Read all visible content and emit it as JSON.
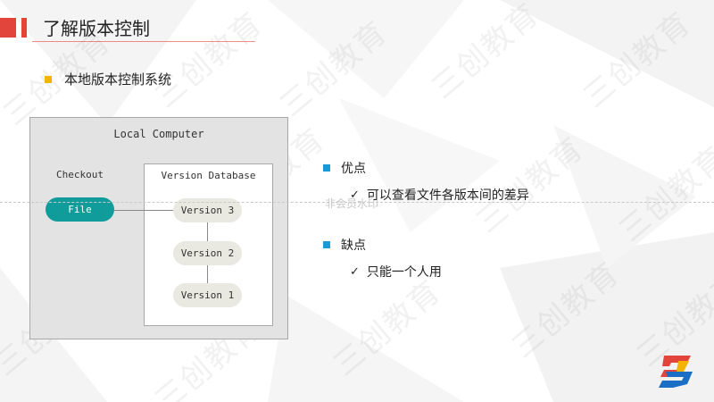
{
  "slide": {
    "title": "了解版本控制",
    "section_heading": "本地版本控制系统"
  },
  "watermark": {
    "text": "三创教育"
  },
  "diagram": {
    "local_computer": "Local Computer",
    "checkout": "Checkout",
    "version_database": "Version Database",
    "file": "File",
    "versions": [
      "Version 3",
      "Version 2",
      "Version 1"
    ]
  },
  "ghost_text": "非会员水印",
  "pros": {
    "heading": "优点",
    "items": [
      "可以查看文件各版本间的差异"
    ]
  },
  "cons": {
    "heading": "缺点",
    "items": [
      "只能一个人用"
    ]
  },
  "check_symbol": "✓",
  "colors": {
    "accent_red": "#e2453b",
    "bullet_yellow": "#f5b400",
    "bullet_blue": "#1a9ad6",
    "file_teal": "#119c9c"
  },
  "icons": {
    "logo": "sanchuang-logo-icon"
  }
}
